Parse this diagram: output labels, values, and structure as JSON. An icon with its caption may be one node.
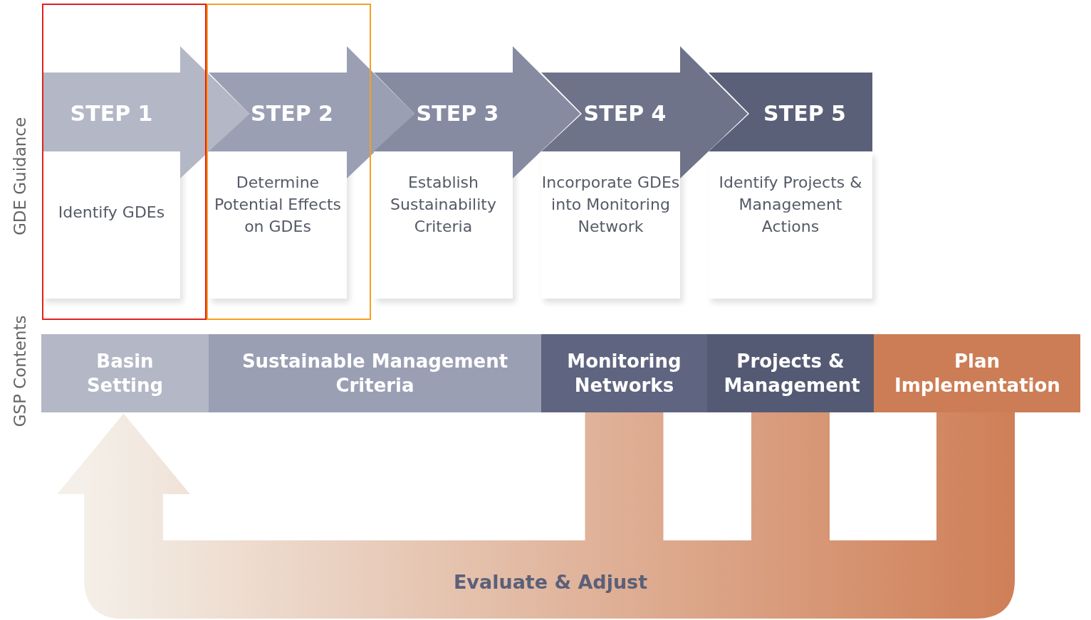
{
  "diagram": {
    "nodes": [
      {
        "text": [
          "STEP 1",
          "Identify GDEs"
        ]
      },
      {
        "text": [
          "STEP 2",
          "Determine Potential Effects on GDEs"
        ]
      },
      {
        "text": [
          "STEP 3",
          "Establish Sustainability Criteria"
        ]
      },
      {
        "text": [
          "STEP 4",
          "Incorporate GDEs into Monitoring Network"
        ]
      },
      {
        "text": [
          "STEP 5",
          "Identify Projects & Management Actions"
        ]
      },
      {
        "text": [
          "Basin Setting"
        ]
      },
      {
        "text": [
          "Sustainable Management Criteria"
        ]
      },
      {
        "text": [
          "Monitoring Networks"
        ]
      },
      {
        "text": [
          "Projects & Management"
        ]
      },
      {
        "text": [
          "Plan Implementation"
        ]
      }
    ],
    "edges": [
      {
        "from": 7,
        "to": 5,
        "arrow": "to"
      },
      {
        "from": 8,
        "to": 5,
        "arrow": "to"
      },
      {
        "from": 9,
        "to": 5,
        "arrow": "to",
        "label": "Evaluate & Adjust"
      }
    ],
    "labels": [
      "GDE Guidance",
      "GSP Contents"
    ]
  }
}
